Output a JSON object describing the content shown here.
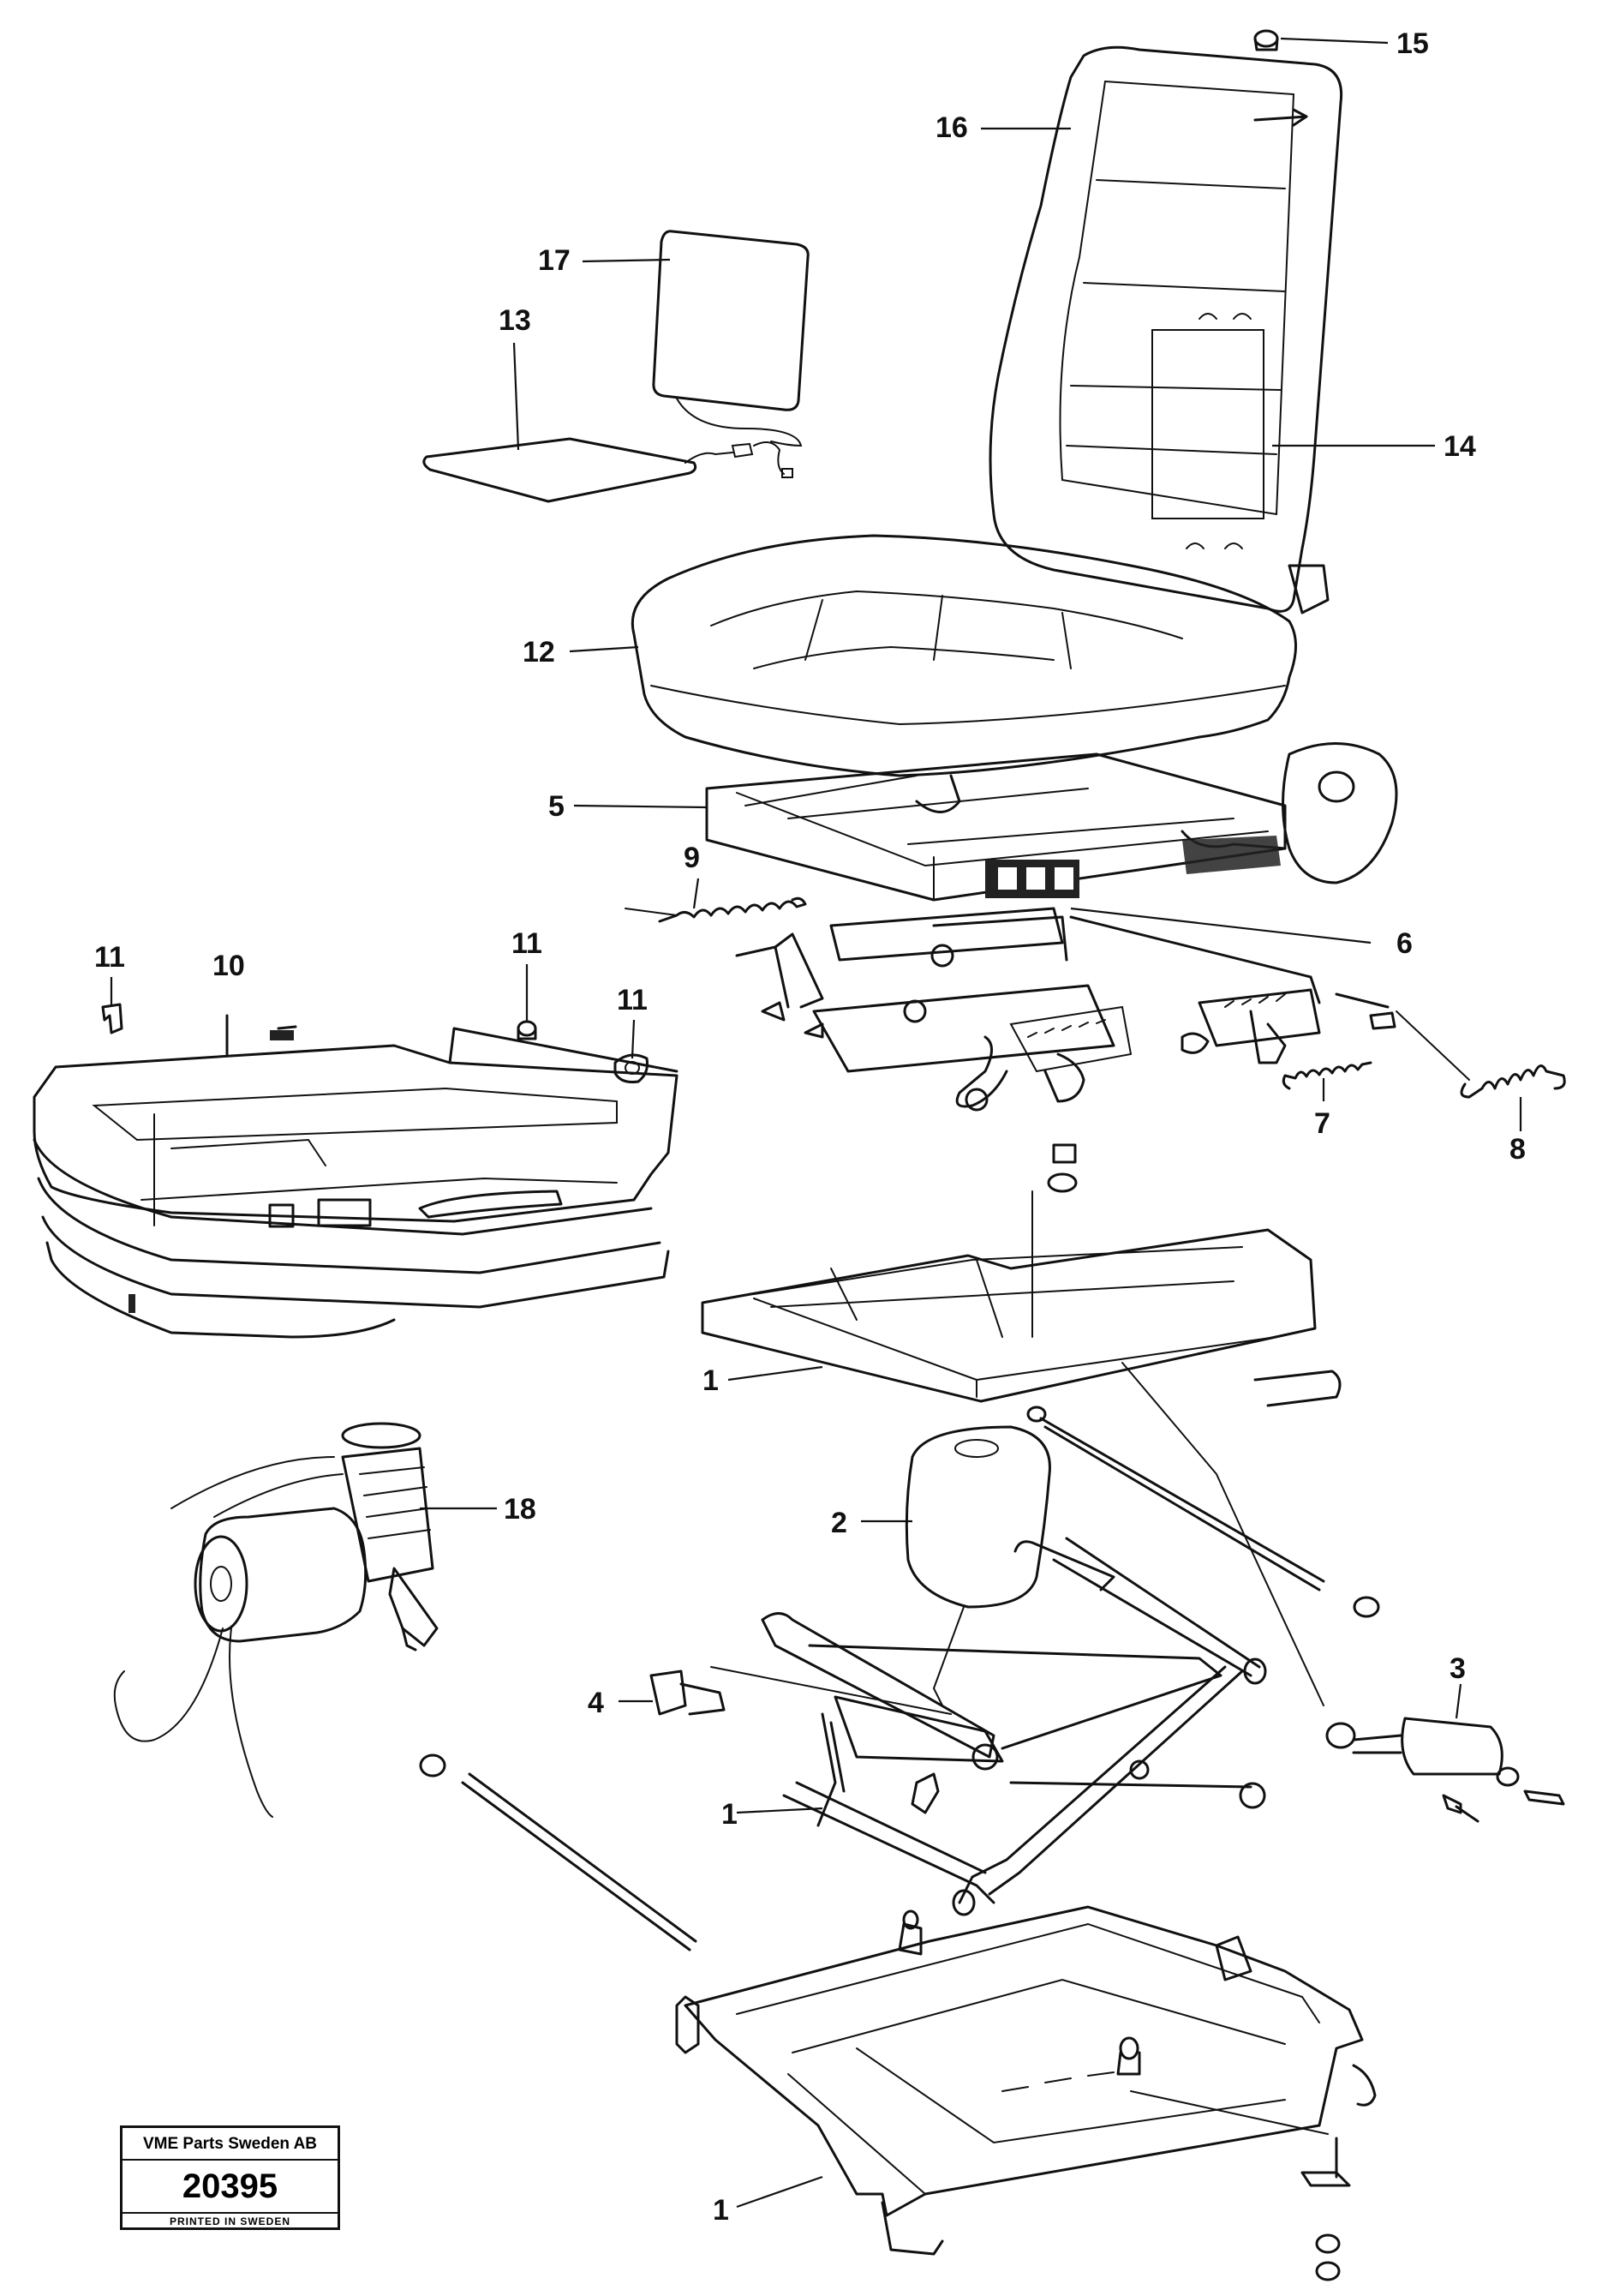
{
  "callouts": {
    "c15": "15",
    "c16": "16",
    "c17": "17",
    "c13": "13",
    "c14": "14",
    "c12": "12",
    "c5": "5",
    "c9": "9",
    "c6": "6",
    "c11a": "11",
    "c10": "10",
    "c11b": "11",
    "c11c": "11",
    "c7": "7",
    "c8": "8",
    "c1a": "1",
    "c18": "18",
    "c2": "2",
    "c3": "3",
    "c4": "4",
    "c1b": "1",
    "c1c": "1"
  },
  "stamp": {
    "company": "VME Parts Sweden AB",
    "number": "20395",
    "printed": "PRINTED IN SWEDEN"
  }
}
